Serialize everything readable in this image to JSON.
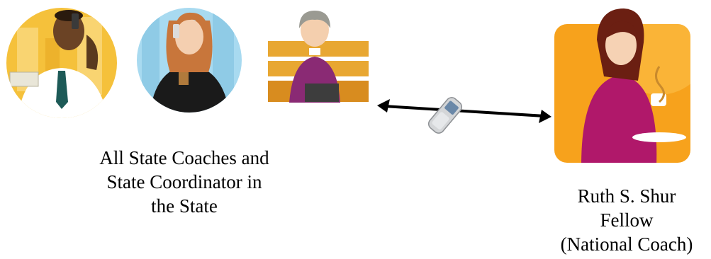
{
  "left_group": {
    "caption_lines": [
      "All State Coaches and",
      "State Coordinator in",
      "the State"
    ]
  },
  "right_group": {
    "caption_lines": [
      "Ruth S. Shur",
      "Fellow",
      "(National Coach)"
    ]
  },
  "icons": {
    "person1": "man-on-phone-icon",
    "person2": "woman-on-phone-icon",
    "person3": "elderly-woman-bench-icon",
    "person4": "woman-with-coffee-icon",
    "phone": "mobile-phone-icon",
    "arrow": "double-arrow-icon"
  }
}
